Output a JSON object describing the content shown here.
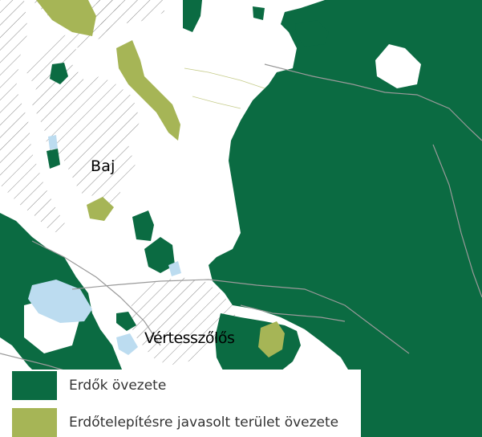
{
  "map": {
    "places": {
      "baj": "Baj",
      "vertesszolos": "Vértesszőlős"
    },
    "colors": {
      "forest": "#0b6b42",
      "afforestation": "#a6b556",
      "water": "#bcdcf0",
      "hatch": "#8a8a8a",
      "boundary": "#9a9a9a",
      "background": "#ffffff"
    }
  },
  "legend": {
    "items": [
      {
        "label": "Erdők övezete",
        "color": "#0b6b42"
      },
      {
        "label": "Erdőtelepítésre javasolt terület övezete",
        "color": "#a6b556"
      }
    ]
  }
}
